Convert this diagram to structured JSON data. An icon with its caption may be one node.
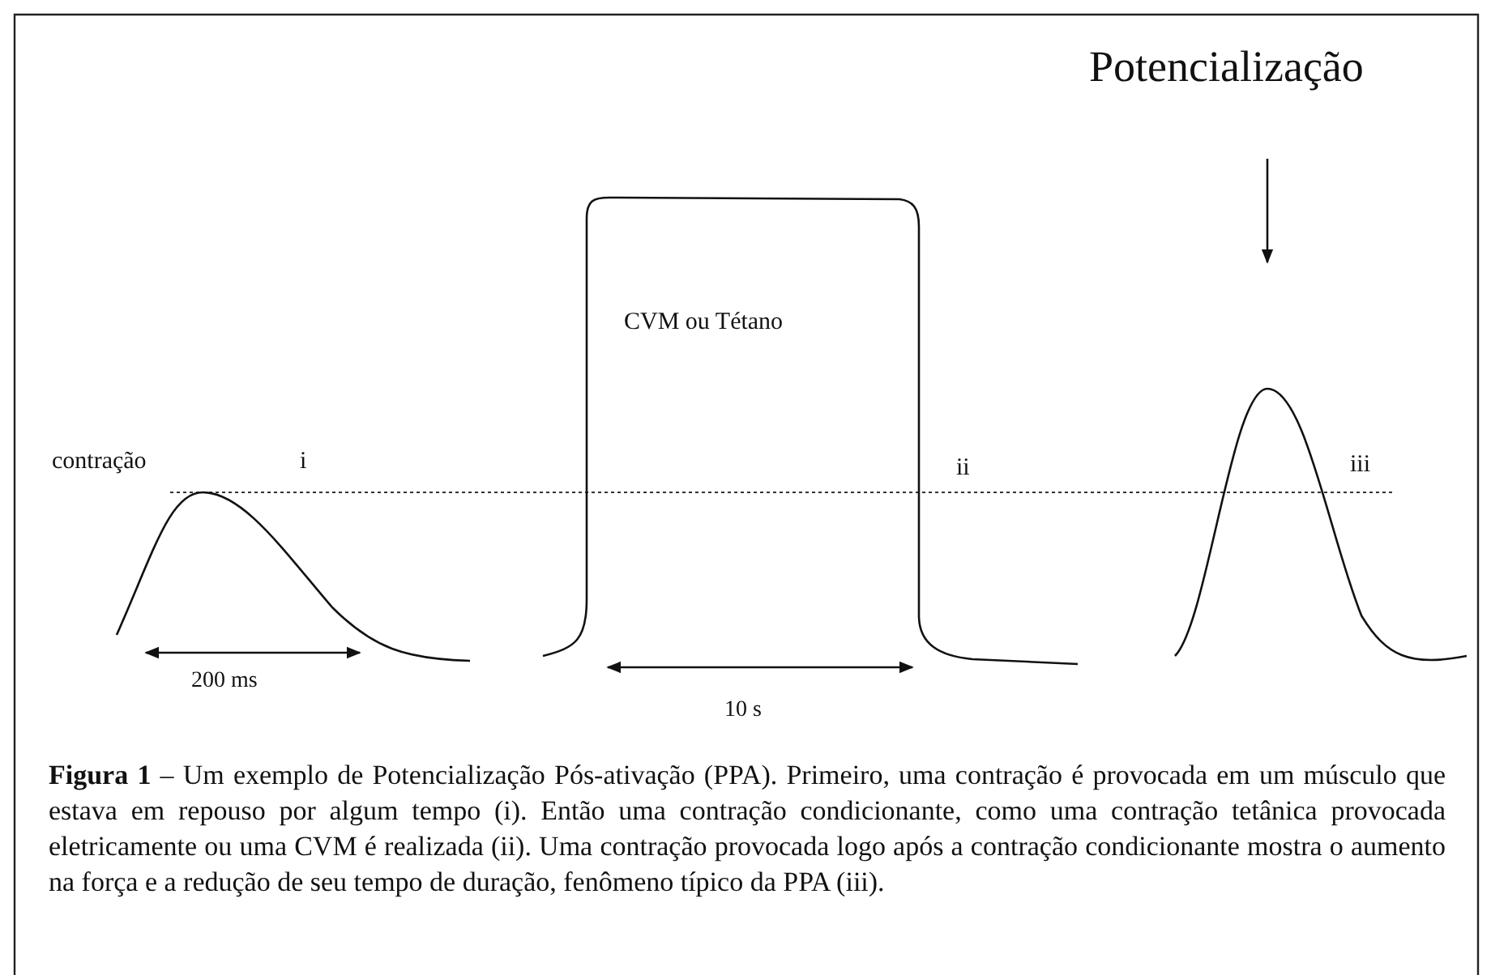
{
  "diagram": {
    "caption": "**Figura 1** – Um exemplo de Potencialização Pós-ativação (PPA). Primeiro, uma contração é provocada em um músculo que estava em repouso por algum tempo (i). Então uma contração condicionante, como uma contração tetânica provocada eletricamente ou uma CVM é realizada (ii). Uma contração provocada logo após a contração condicionante mostra o aumento na força e a redução de seu tempo de duração, fenômeno típico da PPA (iii).",
    "labels": [
      "Potencialização",
      "CVM ou Tétano",
      "contração",
      "i",
      "ii",
      "iii",
      "200 ms",
      "10 s"
    ]
  }
}
